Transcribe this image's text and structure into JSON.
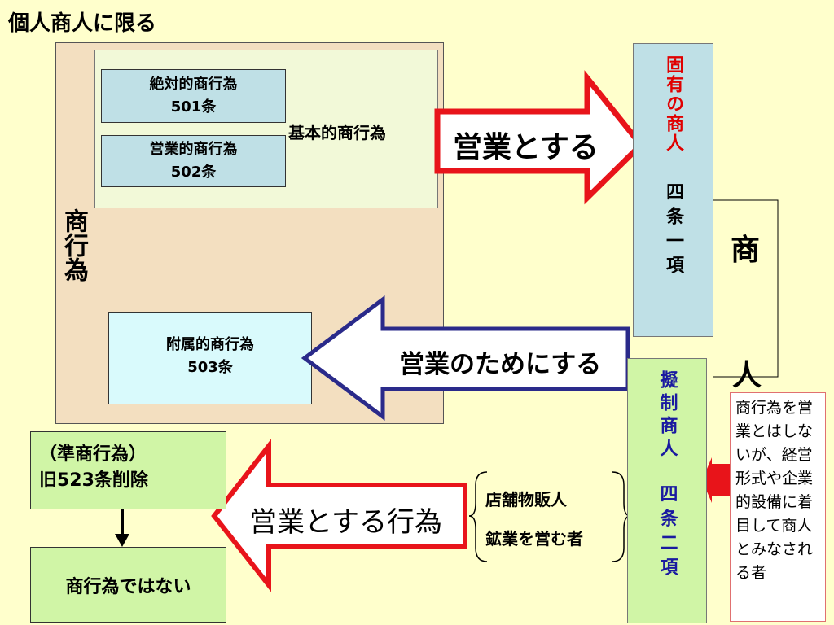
{
  "title": "個人商人に限る",
  "left": {
    "vertical_label": "商行為",
    "kihon_label": "基本的商行為",
    "absolute": {
      "line1": "絶対的商行為",
      "line2": "501条"
    },
    "eigyo_teki": {
      "line1": "営業的商行為",
      "line2": "502条"
    },
    "fuzoku": {
      "line1": "附属的商行為",
      "line2": "503条"
    }
  },
  "arrows": {
    "to_merchant": "営業とする",
    "for_business": "営業のためにする",
    "act_of_business": "営業とする行為"
  },
  "koyu": {
    "top": "固有の商人",
    "bottom": "四条一項"
  },
  "gisei": {
    "top": "擬制商人",
    "bottom": "四条二項"
  },
  "shonin": {
    "top": "商",
    "bottom": "人"
  },
  "jun": {
    "line1": "（準商行為）",
    "line2": "旧523条削除"
  },
  "not_act": "商行為ではない",
  "brace_items": [
    "店舗物販人",
    "鉱業を営む者"
  ],
  "note": "商行為を営業とはしないが、経営形式や企業的設備に着目して商人とみなされる者",
  "colors": {
    "red": "#e8141a",
    "navy": "#2a2a8a",
    "red_text": "#e00000",
    "blue_text": "#1a1aa0"
  }
}
